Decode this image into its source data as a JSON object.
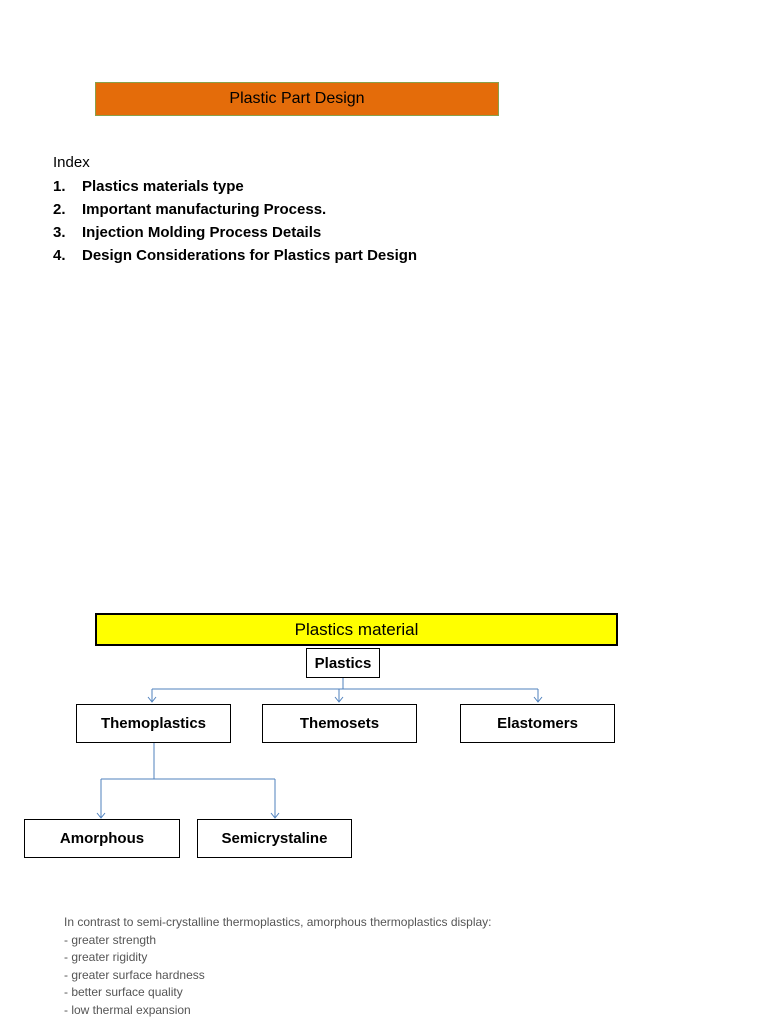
{
  "title": "Plastic Part Design",
  "index": {
    "heading": "Index",
    "items": [
      {
        "num": "1.",
        "text": "Plastics materials type"
      },
      {
        "num": "2.",
        "text": "Important manufacturing Process."
      },
      {
        "num": "3.",
        "text": "Injection Molding Process Details"
      },
      {
        "num": "4.",
        "text": "Design Considerations for Plastics part Design"
      }
    ]
  },
  "diagram": {
    "header": "Plastics material",
    "root": "Plastics",
    "level1": [
      "Themoplastics",
      "Themosets",
      "Elastomers"
    ],
    "level2": [
      "Amorphous",
      "Semicrystaline"
    ]
  },
  "note": {
    "intro": "In contrast to semi-crystalline thermoplastics, amorphous thermoplastics display:",
    "points": [
      "- greater strength",
      "- greater rigidity",
      "- greater surface hardness",
      "- better surface quality",
      "- low thermal expansion"
    ]
  },
  "colors": {
    "title_fill": "#e46c0a",
    "header_fill": "#ffff00",
    "connector": "#4f81bd"
  }
}
